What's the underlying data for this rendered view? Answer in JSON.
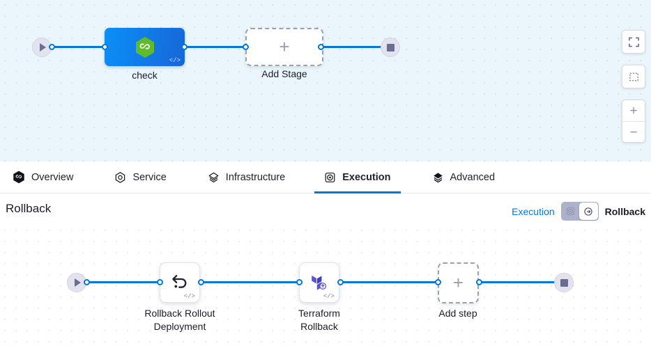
{
  "top_pipeline": {
    "start_node": {
      "icon": "play-icon"
    },
    "end_node": {
      "icon": "stop-icon"
    },
    "stages": [
      {
        "label": "check",
        "icon": "harness-hexagon-icon",
        "badge": "</>",
        "type": "stage"
      },
      {
        "label": "Add Stage",
        "icon": "plus-icon",
        "type": "add"
      }
    ]
  },
  "canvas_tools": {
    "fullscreen_label": "fullscreen-icon",
    "fit_label": "zoom-to-fit-icon",
    "zoom_in_label": "+",
    "zoom_out_label": "−"
  },
  "tabs": [
    {
      "label": "Overview",
      "icon": "harness-hexagon-icon",
      "active": false
    },
    {
      "label": "Service",
      "icon": "service-hexagon-icon",
      "active": false
    },
    {
      "label": "Infrastructure",
      "icon": "layers-icon",
      "active": false
    },
    {
      "label": "Execution",
      "icon": "execution-icon",
      "active": true
    },
    {
      "label": "Advanced",
      "icon": "advanced-layers-icon",
      "active": false
    }
  ],
  "section": {
    "title": "Rollback",
    "toggle": {
      "left_label": "Execution",
      "right_label": "Rollback",
      "left_icon": "execution-icon",
      "right_icon": "rollback-icon",
      "selected": "Rollback"
    }
  },
  "bottom_pipeline": {
    "start_node": {
      "icon": "play-icon"
    },
    "end_node": {
      "icon": "stop-icon"
    },
    "steps": [
      {
        "label": "Rollback Rollout\nDeployment",
        "icon": "rollback-arrow-icon",
        "badge": "</>",
        "type": "step"
      },
      {
        "label": "Terraform\nRollback",
        "icon": "terraform-icon",
        "badge": "</>",
        "type": "step"
      },
      {
        "label": "Add step",
        "icon": "plus-icon",
        "type": "add"
      }
    ]
  },
  "colors": {
    "edge": "#0278d5",
    "accent": "#0278d5",
    "stage_gradient_from": "#0b8ff7",
    "stage_gradient_to": "#1767d8",
    "harness_green": "#5fbb2c",
    "terraform_purple": "#6348e4",
    "terminal_node": "#e3e3f0",
    "top_canvas_bg": "#eaf6fb",
    "toggle_track": "#aeb1ca"
  }
}
